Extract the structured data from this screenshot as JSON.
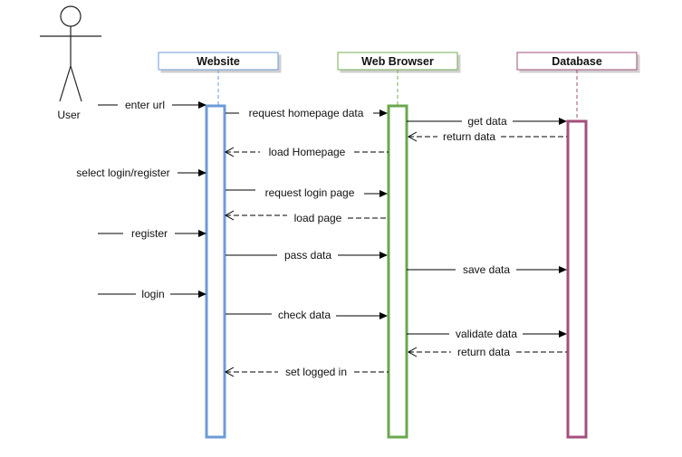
{
  "actor": {
    "name": "User"
  },
  "participants": [
    {
      "key": "website",
      "label": "Website",
      "color": "#6d9bd8",
      "bar_color": "#6d9bd8"
    },
    {
      "key": "browser",
      "label": "Web Browser",
      "color": "#77ad55",
      "bar_color": "#6aa84f"
    },
    {
      "key": "database",
      "label": "Database",
      "color": "#a34f7c",
      "bar_color": "#a34f7c"
    }
  ],
  "messages": [
    {
      "id": "enter-url",
      "label": "enter url",
      "from": "user",
      "to": "website",
      "style": "solid"
    },
    {
      "id": "request-homepage-data",
      "label": "request homepage data",
      "from": "website",
      "to": "browser",
      "style": "solid"
    },
    {
      "id": "get-data-1",
      "label": "get data",
      "from": "browser",
      "to": "database",
      "style": "solid"
    },
    {
      "id": "return-data-1",
      "label": "return data",
      "from": "database",
      "to": "browser",
      "style": "dashed"
    },
    {
      "id": "load-homepage",
      "label": "load Homepage",
      "from": "browser",
      "to": "website",
      "style": "dashed"
    },
    {
      "id": "select-login-register",
      "label": "select login/register",
      "from": "user",
      "to": "website",
      "style": "solid"
    },
    {
      "id": "request-login-page",
      "label": "request login page",
      "from": "website",
      "to": "browser",
      "style": "solid"
    },
    {
      "id": "load-page",
      "label": "load page",
      "from": "browser",
      "to": "website",
      "style": "dashed"
    },
    {
      "id": "register",
      "label": "register",
      "from": "user",
      "to": "website",
      "style": "solid"
    },
    {
      "id": "pass-data",
      "label": "pass data",
      "from": "website",
      "to": "browser",
      "style": "solid"
    },
    {
      "id": "save-data",
      "label": "save data",
      "from": "browser",
      "to": "database",
      "style": "solid"
    },
    {
      "id": "login",
      "label": "login",
      "from": "user",
      "to": "website",
      "style": "solid"
    },
    {
      "id": "check-data",
      "label": "check data",
      "from": "website",
      "to": "browser",
      "style": "solid"
    },
    {
      "id": "validate-data",
      "label": "validate data",
      "from": "browser",
      "to": "database",
      "style": "solid"
    },
    {
      "id": "return-data-2",
      "label": "return data",
      "from": "database",
      "to": "browser",
      "style": "dashed"
    },
    {
      "id": "set-logged-in",
      "label": "set logged in",
      "from": "browser",
      "to": "website",
      "style": "dashed"
    }
  ]
}
